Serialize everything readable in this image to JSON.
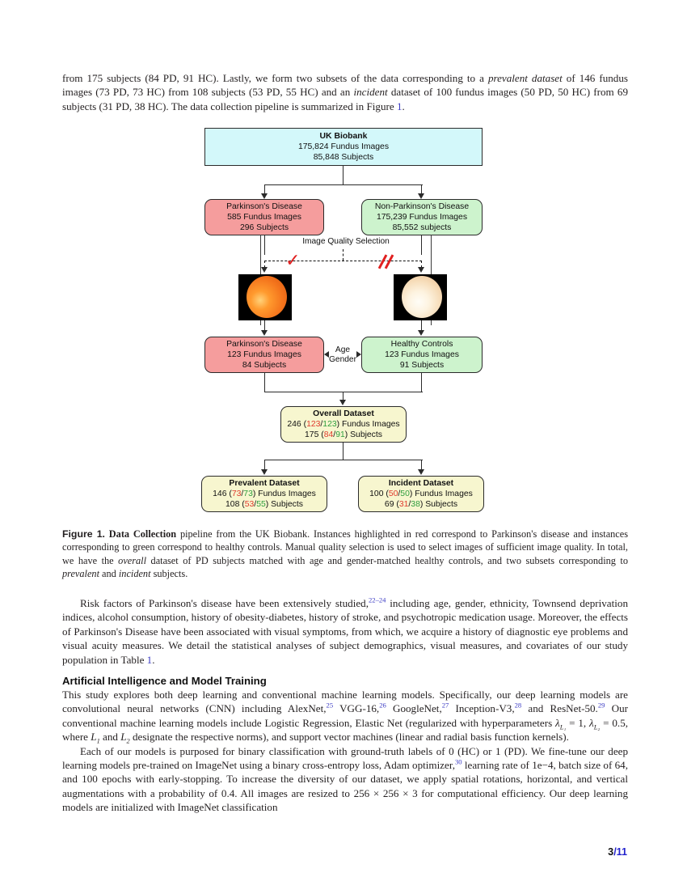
{
  "top_paragraph": {
    "seg1": "from 175 subjects (84 PD, 91 HC). Lastly, we form two subsets of the data corresponding to a ",
    "em1": "prevalent dataset",
    "seg2": " of 146 fundus images (73 PD, 73 HC) from 108 subjects (53 PD, 55 HC) and an ",
    "em2": "incident",
    "seg3": " dataset of 100 fundus images (50 PD, 50 HC) from 69 subjects (31 PD, 38 HC). The data collection pipeline is summarized in Figure ",
    "figref": "1",
    "seg4": "."
  },
  "figure": {
    "ukbiobank": {
      "title": "UK Biobank",
      "line2": "175,824 Fundus Images",
      "line3": "85,848 Subjects"
    },
    "parkinsons_top": {
      "title": "Parkinson's Disease",
      "line2": "585 Fundus Images",
      "line3": "296 Subjects"
    },
    "non_parkinsons": {
      "title": "Non-Parkinson's Disease",
      "line2": "175,239 Fundus Images",
      "line3": "85,552 subjects"
    },
    "quality_label": "Image Quality Selection",
    "accept_icon": "check-mark",
    "reject_icon": "double-slash-reject",
    "parkinsons_bottom": {
      "title": "Parkinson's Disease",
      "line2": "123 Fundus Images",
      "line3": "84 Subjects"
    },
    "healthy_controls": {
      "title": "Healthy Controls",
      "line2": "123 Fundus Images",
      "line3": "91 Subjects"
    },
    "matching": {
      "line1": "Age",
      "line2": "Gender"
    },
    "overall": {
      "title": "Overall Dataset",
      "images_total": "246",
      "images_pd": "123",
      "images_hc": "123",
      "images_suffix": "Fundus Images",
      "subjects_total": "175",
      "subjects_pd": "84",
      "subjects_hc": "91",
      "subjects_suffix": "Subjects"
    },
    "prevalent": {
      "title": "Prevalent Dataset",
      "images_total": "146",
      "images_pd": "73",
      "images_hc": "73",
      "images_suffix": "Fundus Images",
      "subjects_total": "108",
      "subjects_pd": "53",
      "subjects_hc": "55",
      "subjects_suffix": "Subjects"
    },
    "incident": {
      "title": "Incident Dataset",
      "images_total": "100",
      "images_pd": "50",
      "images_hc": "50",
      "images_suffix": "Fundus Images",
      "subjects_total": "69",
      "subjects_pd": "31",
      "subjects_hc": "38",
      "subjects_suffix": "Subjects"
    },
    "colors": {
      "pd_red": "#e03b2e",
      "hc_green": "#2f9e3f",
      "box_cyan": "#d3f8fa",
      "box_pink": "#f59d9d",
      "box_green": "#cdf3cd",
      "box_cream": "#f7f6cf"
    }
  },
  "caption": {
    "label": "Figure 1.",
    "bold_lead": "Data Collection",
    "seg1": " pipeline from the UK Biobank. Instances highlighted in red correspond to Parkinson's disease and instances corresponding to green correspond to healthy controls. Manual quality selection is used to select images of sufficient image quality. In total, we have the ",
    "em1": "overall",
    "seg2": " dataset of PD subjects matched with age and gender-matched healthy controls, and two subsets corresponding to ",
    "em2": "prevalent",
    "seg3": " and ",
    "em3": "incident",
    "seg4": " subjects."
  },
  "risk_paragraph": {
    "seg1": "Risk factors of Parkinson's disease have been extensively studied,",
    "ref1": "22–24",
    "seg2": " including age, gender, ethnicity, Townsend deprivation indices, alcohol consumption, history of obesity-diabetes, history of stroke, and psychotropic medication usage. Moreover, the effects of Parkinson's Disease have been associated with visual symptoms, from which, we acquire a history of diagnostic eye problems and visual acuity measures. We detail the statistical analyses of subject demographics, visual measures, and covariates of our study population in Table ",
    "tableref": "1",
    "seg3": "."
  },
  "section": {
    "heading": "Artificial Intelligence and Model Training"
  },
  "models_paragraph": {
    "seg1": "This study explores both deep learning and conventional machine learning models. Specifically, our deep learning models are convolutional neural networks (CNN) including AlexNet,",
    "ref1": "25",
    "seg2": " VGG-16,",
    "ref2": "26",
    "seg3": " GoogleNet,",
    "ref3": "27",
    "seg4": " Inception-V3,",
    "ref4": "28",
    "seg5": " and ResNet-50.",
    "ref5": "29",
    "seg6": " Our conventional machine learning models include Logistic Regression, Elastic Net (regularized with hyperparameters ",
    "math1": "λ",
    "math1_sub": "L₁",
    "math1_val": " = 1, ",
    "math2": "λ",
    "math2_sub": "L₂",
    "math2_val": " = 0.5, where ",
    "math3": "L",
    "math3_sub": "1",
    "math3_mid": " and ",
    "math4": "L",
    "math4_sub": "2",
    "seg7": " designate the respective norms), and support vector machines (linear and radial basis function kernels)."
  },
  "training_paragraph": {
    "seg1": "Each of our models is purposed for binary classification with ground-truth labels of 0 (HC) or 1 (PD). We fine-tune our deep learning models pre-trained on ImageNet using a binary cross-entropy loss, Adam optimizer,",
    "ref1": "30",
    "seg2": " learning rate of 1e−4, batch size of 64, and 100 epochs with early-stopping. To increase the diversity of our dataset, we apply spatial rotations, horizontal, and vertical augmentations with a probability of 0.4. All images are resized to 256 × 256 × 3 for computational efficiency. Our deep learning models are initialized with ImageNet classification"
  },
  "footer": {
    "current_page": "3",
    "total_pages": "/11"
  }
}
